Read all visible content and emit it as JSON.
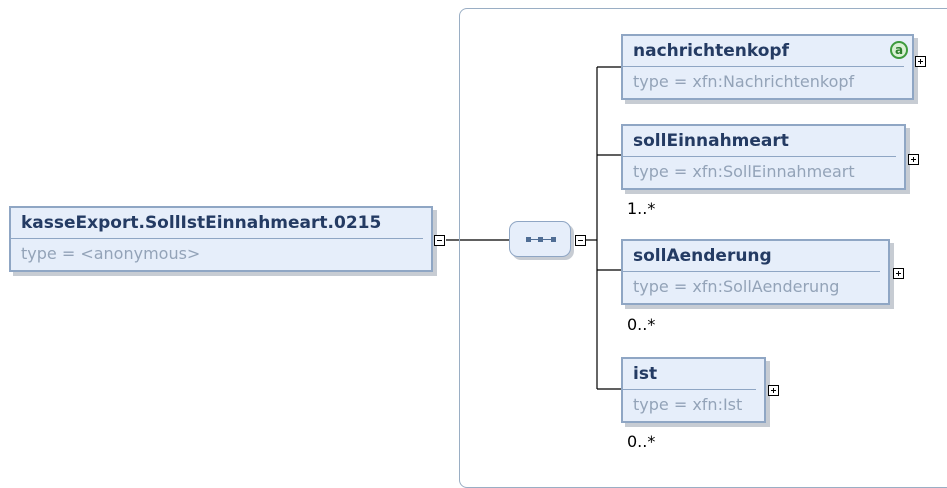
{
  "root": {
    "name": "kasseExport.SollIstEinnahmeart.0215",
    "type": "type = <anonymous>"
  },
  "children": [
    {
      "name": "nachrichtenkopf",
      "type": "type = xfn:Nachrichtenkopf",
      "occurrence": "",
      "has_attributes_icon": true,
      "attributes_icon_glyph": "a"
    },
    {
      "name": "sollEinnahmeart",
      "type": "type = xfn:SollEinnahmeart",
      "occurrence": "1..*"
    },
    {
      "name": "sollAenderung",
      "type": "type = xfn:SollAenderung",
      "occurrence": "0..*"
    },
    {
      "name": "ist",
      "type": "type = xfn:Ist",
      "occurrence": "0..*"
    }
  ],
  "colors": {
    "element_fill": "#e6eefa",
    "element_border": "#8fa6c4",
    "element_name": "#243b63",
    "type_text": "#93a3b8",
    "attribute_icon": "#3d9b3d"
  }
}
